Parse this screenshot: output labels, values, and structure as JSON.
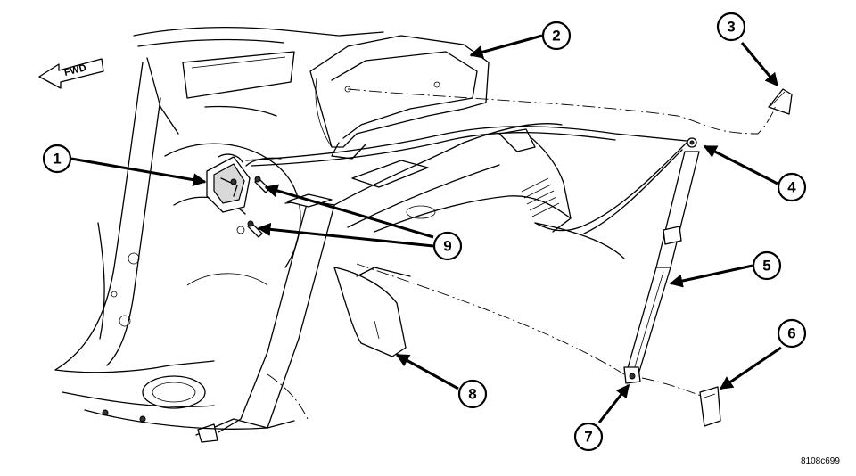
{
  "direction_label": "FWD",
  "figure_code": "8108c699",
  "callouts": [
    "1",
    "2",
    "3",
    "4",
    "5",
    "6",
    "7",
    "8",
    "9"
  ]
}
